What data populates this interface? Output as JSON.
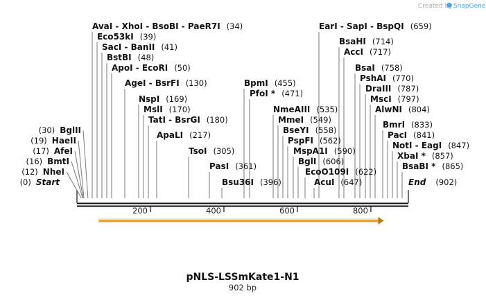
{
  "credit": {
    "prefix": "Created by",
    "brand": "SnapGene"
  },
  "construct": {
    "name": "pNLS-LSSmKate1-N1",
    "length_label": "902 bp",
    "length": 902
  },
  "axis_ticks": [
    "200",
    "400",
    "600",
    "800"
  ],
  "feature": {
    "start": 60,
    "end": 835,
    "color": "#f0a01e",
    "direction": "forward"
  },
  "sites": [
    {
      "name": "Start",
      "pos": "(0)",
      "bp": 0,
      "italic": true
    },
    {
      "name": "NheI",
      "pos": "(12)",
      "bp": 12
    },
    {
      "name": "BmtI",
      "pos": "(16)",
      "bp": 16
    },
    {
      "name": "AfeI",
      "pos": "(17)",
      "bp": 17
    },
    {
      "name": "HaeII",
      "pos": "(19)",
      "bp": 19
    },
    {
      "name": "BglII",
      "pos": "(30)",
      "bp": 30
    },
    {
      "name": "AvaI  - XhoI  - BsoBI  - PaeR7I",
      "pos": "(34)",
      "bp": 34
    },
    {
      "name": "Eco53kI",
      "pos": "(39)",
      "bp": 39
    },
    {
      "name": "SacI  - BanII",
      "pos": "(41)",
      "bp": 41
    },
    {
      "name": "BstBI",
      "pos": "(48)",
      "bp": 48
    },
    {
      "name": "ApoI  - EcoRI",
      "pos": "(50)",
      "bp": 50
    },
    {
      "name": "AgeI  - BsrFI",
      "pos": "(130)",
      "bp": 130
    },
    {
      "name": "NspI",
      "pos": "(169)",
      "bp": 169
    },
    {
      "name": "MslI",
      "pos": "(170)",
      "bp": 170
    },
    {
      "name": "TatI  - BsrGI",
      "pos": "(180)",
      "bp": 180
    },
    {
      "name": "ApaLI",
      "pos": "(217)",
      "bp": 217
    },
    {
      "name": "TsoI",
      "pos": "(305)",
      "bp": 305
    },
    {
      "name": "PasI",
      "pos": "(361)",
      "bp": 361
    },
    {
      "name": "Bsu36I",
      "pos": "(396)",
      "bp": 396
    },
    {
      "name": "BpmI",
      "pos": "(455)",
      "bp": 455
    },
    {
      "name": "PfoI *",
      "pos": "(471)",
      "bp": 471
    },
    {
      "name": "NmeAIII",
      "pos": "(535)",
      "bp": 535
    },
    {
      "name": "MmeI",
      "pos": "(549)",
      "bp": 549
    },
    {
      "name": "BseYI",
      "pos": "(558)",
      "bp": 558
    },
    {
      "name": "PspFI",
      "pos": "(562)",
      "bp": 562
    },
    {
      "name": "MspA1I",
      "pos": "(590)",
      "bp": 590
    },
    {
      "name": "BglI",
      "pos": "(606)",
      "bp": 606
    },
    {
      "name": "EcoO109I",
      "pos": "(622)",
      "bp": 622
    },
    {
      "name": "AcuI",
      "pos": "(647)",
      "bp": 647
    },
    {
      "name": "EarI  - SapI  - BspQI",
      "pos": "(659)",
      "bp": 659
    },
    {
      "name": "BsaHI",
      "pos": "(714)",
      "bp": 714
    },
    {
      "name": "AccI",
      "pos": "(717)",
      "bp": 717
    },
    {
      "name": "BsaI",
      "pos": "(758)",
      "bp": 758
    },
    {
      "name": "PshAI",
      "pos": "(770)",
      "bp": 770
    },
    {
      "name": "DraIII",
      "pos": "(787)",
      "bp": 787
    },
    {
      "name": "MscI",
      "pos": "(797)",
      "bp": 797
    },
    {
      "name": "AlwNI",
      "pos": "(804)",
      "bp": 804
    },
    {
      "name": "BmrI",
      "pos": "(833)",
      "bp": 833
    },
    {
      "name": "PacI",
      "pos": "(841)",
      "bp": 841
    },
    {
      "name": "NotI  - EagI",
      "pos": "(847)",
      "bp": 847
    },
    {
      "name": "XbaI *",
      "pos": "(857)",
      "bp": 857
    },
    {
      "name": "BsaBI *",
      "pos": "(865)",
      "bp": 865
    },
    {
      "name": "End",
      "pos": "(902)",
      "bp": 902,
      "italic": true
    }
  ]
}
